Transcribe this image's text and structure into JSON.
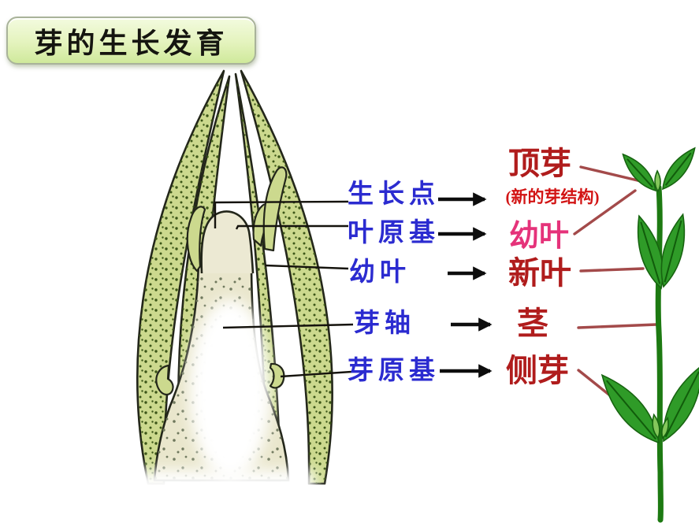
{
  "title": "芽的生长发育",
  "colors": {
    "term_blue": "#2b2bd0",
    "result_red": "#b01c1c",
    "result_pink": "#e5337a",
    "note_red": "#d21414",
    "connector_red": "#a34a4a",
    "ink": "#23261a",
    "bud_olive": "#ccd98e",
    "bud_cream": "#e9e6cc",
    "leaf_green": "#2f9b28",
    "stem_green": "#1d7a12",
    "title_bg_top": "#f3fbdf",
    "title_bg_bottom": "#cfe99b"
  },
  "mapping_rows": [
    {
      "term": "生长点",
      "result": "顶芽",
      "note": "(新的芽结构)"
    },
    {
      "term": "叶原基",
      "result": "幼叶"
    },
    {
      "term": "幼叶",
      "result": "新叶"
    },
    {
      "term": "芽轴",
      "result": "茎"
    },
    {
      "term": "芽原基",
      "result": "侧芽"
    }
  ]
}
